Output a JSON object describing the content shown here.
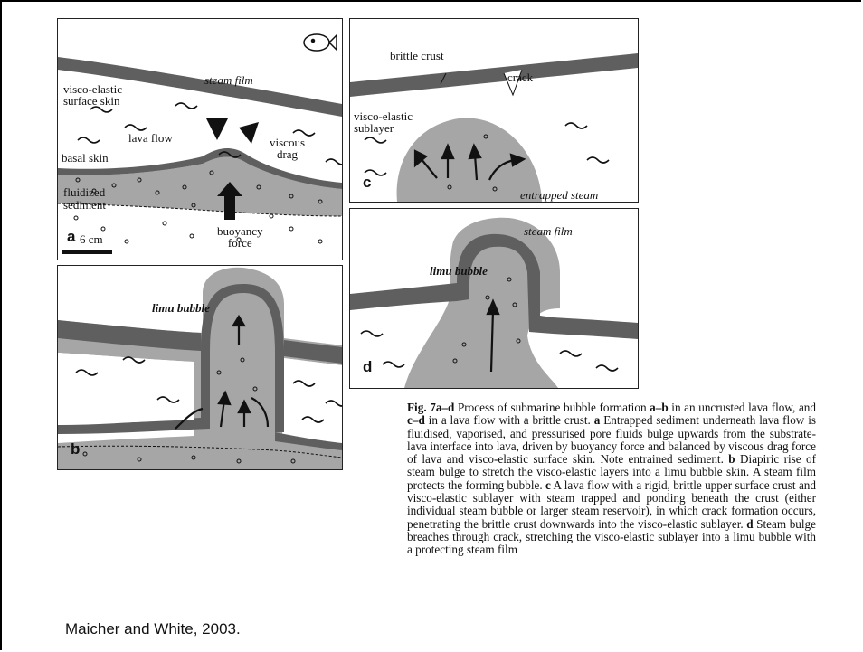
{
  "colors": {
    "layer": "#5f5f5f",
    "fill": "#a6a6a6",
    "line": "#111111"
  },
  "panel_a": {
    "label_steam_film": "steam film",
    "label_surface_skin": "visco-elastic\nsurface skin",
    "label_lava_flow": "lava flow",
    "label_viscous_drag": "viscous\ndrag",
    "label_basal_skin": "basal skin",
    "label_fluidized_sediment": "fluidized\nsediment",
    "label_buoyancy_force": "buoyancy\nforce",
    "panel_letter": "a",
    "scale_text": "6 cm",
    "icon": "fish-icon"
  },
  "panel_b": {
    "label_limu_bubble": "limu bubble",
    "panel_letter": "b"
  },
  "panel_c": {
    "label_brittle_crust": "brittle crust",
    "label_crack": "crack",
    "label_sublayer": "visco-elastic\nsublayer",
    "label_entrapped_steam": "entrapped steam",
    "panel_letter": "c"
  },
  "panel_d": {
    "label_steam_film": "steam film",
    "label_limu_bubble": "limu bubble",
    "panel_letter": "d"
  },
  "caption": {
    "fig_label": "Fig. 7a–d",
    "text_1": " Process of submarine bubble formation ",
    "ab": "a–b",
    "text_2": " in an uncrusted lava flow, and ",
    "cd": "c–d",
    "text_3": " in a lava flow with a brittle crust. ",
    "a": "a",
    "text_4": " Entrapped sediment underneath lava flow is fluidised, vaporised, and pressurised pore fluids bulge upwards from the substrate-lava interface into lava, driven by buoyancy force and balanced by viscous drag force of lava and visco-elastic surface skin. Note entrained sediment. ",
    "b": "b",
    "text_5": " Diapiric rise of steam bulge to stretch the visco-elastic layers into a limu bubble skin. A steam film protects the forming bubble. ",
    "c": "c",
    "text_6": " A lava flow with a rigid, brittle upper surface crust and visco-elastic sublayer with steam trapped and ponding beneath the crust (either individual steam bubble or larger steam reservoir), in which crack formation occurs, penetrating the brittle crust downwards into the visco-elastic sublayer. ",
    "d": "d",
    "text_7": " Steam bulge breaches through crack, stretching the visco-elastic sublayer into a limu bubble with a protecting steam film"
  },
  "citation": "Maicher and White, 2003."
}
